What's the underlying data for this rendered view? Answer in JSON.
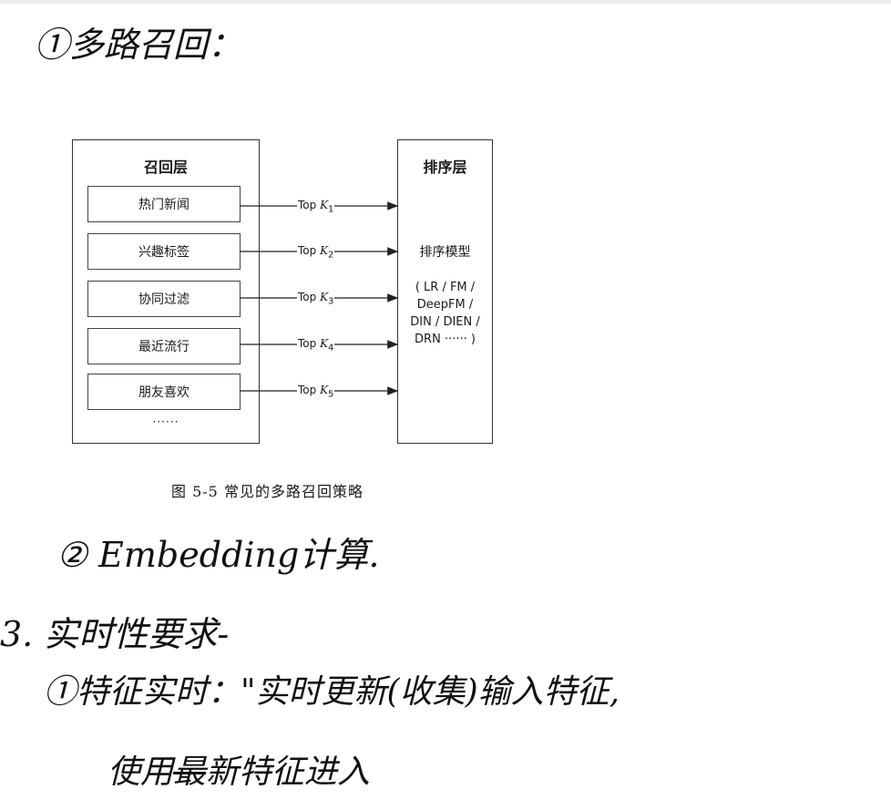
{
  "notes": {
    "line1": "①多路召回：",
    "line2": "② Embedding计算.",
    "line3": "3. 实时性要求-",
    "line4": "①特征实时：\"实时更新(收集)输入特征,",
    "line5a": "使用",
    "line5_strike": "最",
    "line5b": "新特征进入"
  },
  "diagram": {
    "recall_title": "召回层",
    "rank_title": "排序层",
    "recall_items": [
      "热门新闻",
      "兴趣标签",
      "协同过滤",
      "最近流行",
      "朋友喜欢"
    ],
    "more": "······",
    "edges": [
      {
        "prefix": "Top ",
        "k": "K",
        "sub": "1"
      },
      {
        "prefix": "Top ",
        "k": "K",
        "sub": "2"
      },
      {
        "prefix": "Top ",
        "k": "K",
        "sub": "3"
      },
      {
        "prefix": "Top ",
        "k": "K",
        "sub": "4"
      },
      {
        "prefix": "Top ",
        "k": "K",
        "sub": "5"
      }
    ],
    "rank_model": "排序模型",
    "rank_models_lines": [
      "( LR / FM /",
      "DeepFM /",
      "DIN / DIEN /",
      "DRN ······ )"
    ]
  },
  "caption": "图 5-5   常见的多路召回策略"
}
